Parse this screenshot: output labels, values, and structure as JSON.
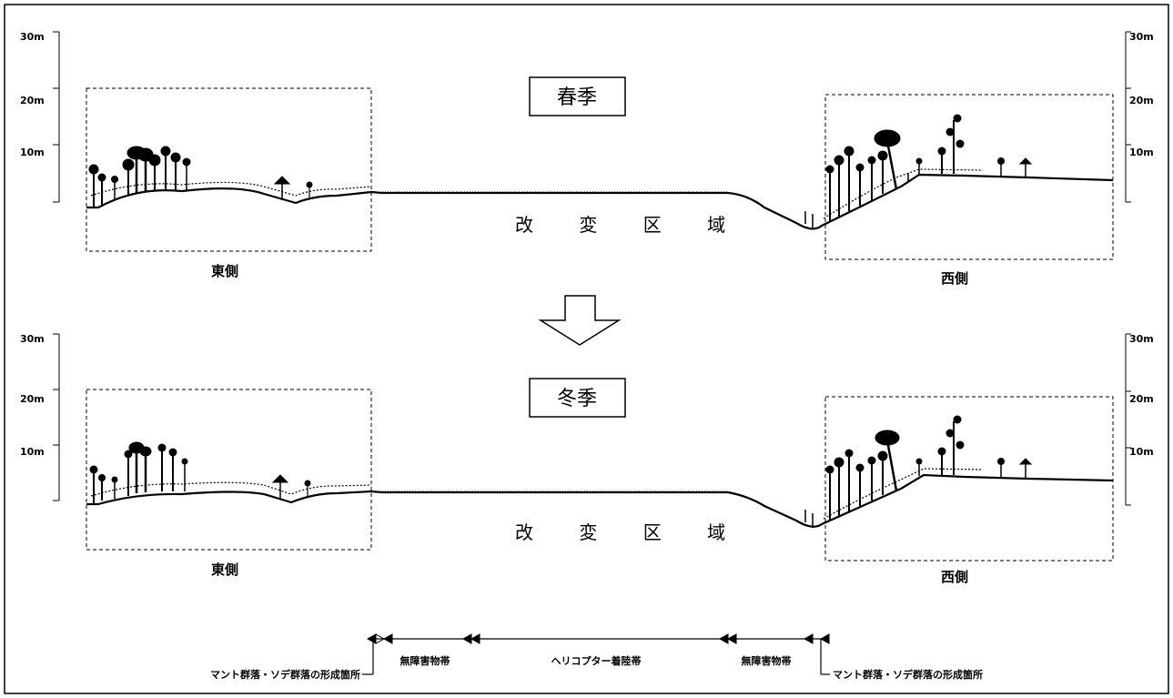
{
  "scale_labels": {
    "top": {
      "left": [
        "30m",
        "20m",
        "10m"
      ],
      "right": [
        "30m",
        "20m",
        "10m"
      ]
    },
    "bottom": {
      "left": [
        "30m",
        "20m",
        "10m"
      ],
      "right": [
        "30m",
        "20m",
        "10m"
      ]
    }
  },
  "panels": [
    {
      "season": "春季",
      "zone_label": "改 変 区 域",
      "east_label": "東側",
      "west_label": "西側"
    },
    {
      "season": "冬季",
      "zone_label": "改 変 区 域",
      "east_label": "東側",
      "west_label": "西側"
    }
  ],
  "legend": {
    "mantle_left": "マント群落・ソデ群落の形成箇所",
    "clear_left": "無障害物帯",
    "heli": "ヘリコプター着陸帯",
    "clear_right": "無障害物帯",
    "mantle_right": "マント群落・ソデ群落の形成箇所"
  }
}
